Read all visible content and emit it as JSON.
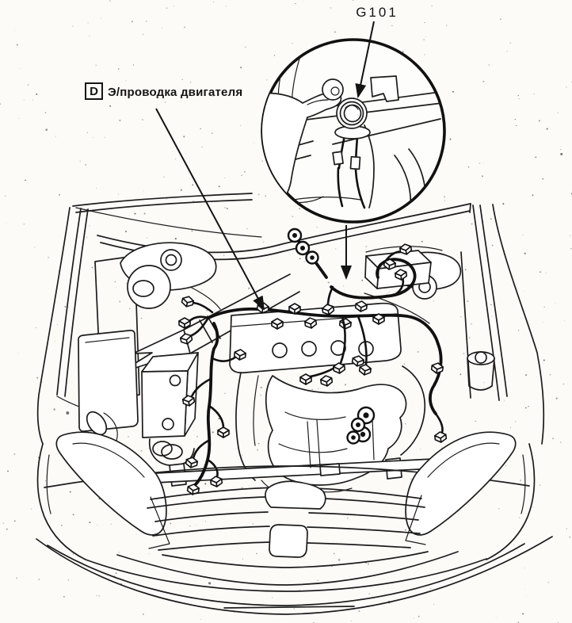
{
  "page": {
    "background": "#fcfbf8",
    "ink": "#1c1c1c"
  },
  "callouts": {
    "ground_label": "G101",
    "detail_box_marker": "D",
    "detail_label": "Э/проводка двигателя"
  },
  "illustration": {
    "type": "line-drawing",
    "subject": "engine-compartment-front-view-with-ground-point-detail-inset",
    "parts": [
      "detail-inset-circle",
      "ground-bolt",
      "pointing-hand",
      "engine-wiring-harness",
      "valve-cover",
      "battery-box",
      "air-cleaner",
      "intake-duct",
      "left-strut-tower",
      "right-strut-tower",
      "relay-box",
      "washer-reservoir",
      "radiator-support",
      "front-bumper",
      "grille",
      "h-emblem",
      "left-headlight",
      "right-headlight"
    ]
  }
}
